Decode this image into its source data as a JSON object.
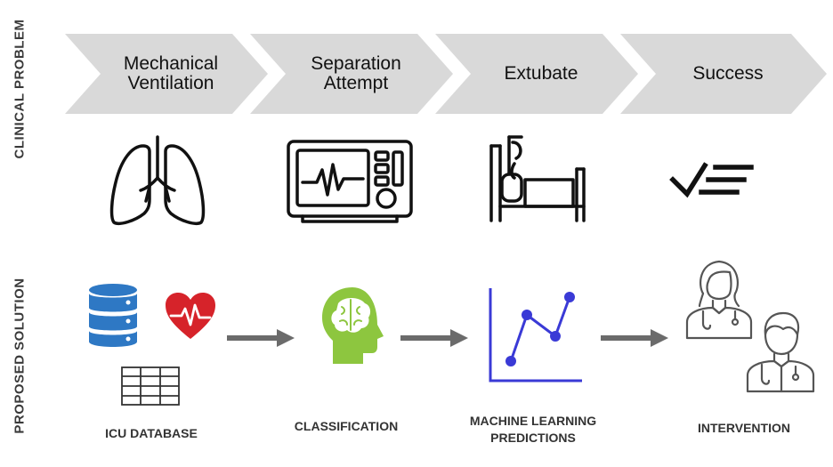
{
  "side_labels": {
    "problem": "CLINICAL PROBLEM",
    "solution": "PROPOSED SOLUTION"
  },
  "steps": [
    {
      "label": "Mechanical\nVentilation",
      "icon": "lungs-icon"
    },
    {
      "label": "Separation\nAttempt",
      "icon": "ventilator-monitor-icon"
    },
    {
      "label": "Extubate",
      "icon": "hospital-bed-icon"
    },
    {
      "label": "Success",
      "icon": "checkmark-icon"
    }
  ],
  "solution": [
    {
      "caption": "ICU DATABASE",
      "icons": [
        "database-icon",
        "heart-rate-icon",
        "table-grid-icon"
      ]
    },
    {
      "caption": "CLASSIFICATION",
      "icons": [
        "brain-head-icon"
      ]
    },
    {
      "caption": "MACHINE LEARNING\nPREDICTIONS",
      "icons": [
        "line-chart-icon"
      ]
    },
    {
      "caption": "INTERVENTION",
      "icons": [
        "female-doctor-icon",
        "male-doctor-icon"
      ]
    }
  ],
  "colors": {
    "chevron": "#d9d9d9",
    "database": "#2e78c4",
    "heart": "#d6232a",
    "brain_head": "#8dc63f",
    "chart_line": "#3a3ad6",
    "arrow": "#6b6b6b"
  }
}
